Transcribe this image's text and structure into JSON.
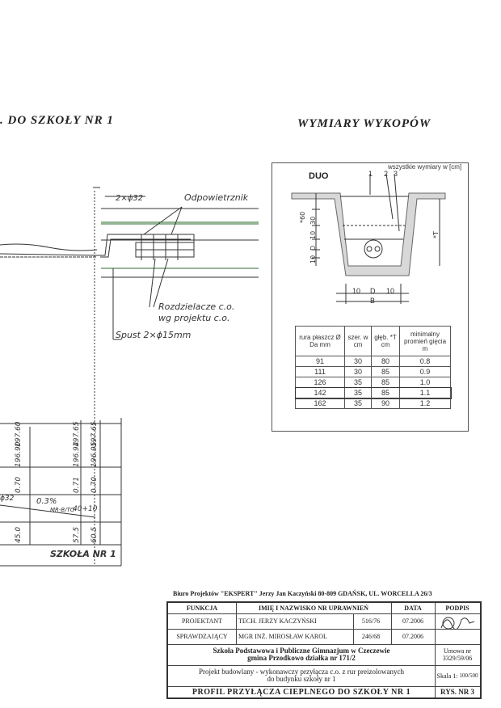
{
  "headings": {
    "left": ". DO SZKOŁY NR 1",
    "right": "WYMIARY WYKOPÓW"
  },
  "plan_notes": {
    "pipe_label": "2×ɸ32",
    "vent_label": "Odpowietrznik",
    "distributor_line1": "Rozdzielacze c.o.",
    "distributor_line2": "wg projektu c.o.",
    "drain_label": "Spust 2×ɸ15mm"
  },
  "profile": {
    "elevations": [
      "196.90",
      "197.60",
      "196.94",
      "197.65",
      "196.95",
      "197.65"
    ],
    "depths": [
      "0.70",
      "0.71",
      "0.70"
    ],
    "slope": "0.3%",
    "slope_note": "MR-B/TO",
    "left_label": "ɸ32",
    "dim_a": "45.0",
    "dim_b": "57.5",
    "dim_c": "40+10",
    "dim_d": "60.5",
    "school_label": "SZKOŁA NR 1"
  },
  "section": {
    "note": "wszystkie wymiary w [cm]",
    "type_label": "DUO",
    "layer_numbers": [
      "1",
      "2",
      "3"
    ],
    "left_dims": [
      "*60",
      "30",
      "10",
      "D",
      "10"
    ],
    "depth_label": "*T",
    "bottom_dims": [
      "10",
      "D",
      "10"
    ],
    "width_label": "B",
    "table_headers": [
      "rura płaszcz Ø Da mm",
      "szer. w cm",
      "głęb. *T cm",
      "minimalny promień gięcia m"
    ],
    "table_rows": [
      [
        "91",
        "30",
        "80",
        "0.8"
      ],
      [
        "111",
        "30",
        "85",
        "0.9"
      ],
      [
        "126",
        "35",
        "85",
        "1.0"
      ],
      [
        "142",
        "35",
        "85",
        "1.1"
      ],
      [
        "162",
        "35",
        "90",
        "1.2"
      ]
    ]
  },
  "title_block": {
    "office": "Biuro Projektów \"EKSPERT\" Jerzy Jan Kaczyński   80-809 GDAŃSK, UL. WORCELLA 26/3",
    "col_function": "FUNKCJA",
    "col_name": "IMIĘ I NAZWISKO NR UPRAWNIEŃ",
    "col_date": "DATA",
    "col_sign": "PODPIS",
    "designer_role": "PROJEKTANT",
    "designer_name": "TECH. JERZY KACZYŃSKI",
    "designer_license": "516/76",
    "designer_date": "07.2006",
    "checker_role": "SPRAWDZAJĄCY",
    "checker_name": "MGR INŻ. MIROSŁAW KAROL",
    "checker_license": "246/68",
    "checker_date": "07.2006",
    "investment_line1": "Szkoła Podstawowa i Publiczne Gimnazjum w Czeczewie",
    "investment_line2": "gmina Przodkowo działka nr 171/2",
    "contract_line1": "Umowa nr",
    "contract_line2": "3329/59/06",
    "project_line1": "Projekt budowlany - wykonawczy przyłącza c.o. z rur preizolowanych",
    "project_line2": "do budynku szkoły nr 1",
    "scale_label": "Skala 1:",
    "scale_values": "100/500",
    "drawing_title": "PROFIL PRZYŁĄCZA CIEPLNEGO DO SZKOŁY NR 1",
    "drawing_number": "RYS. NR 3"
  }
}
